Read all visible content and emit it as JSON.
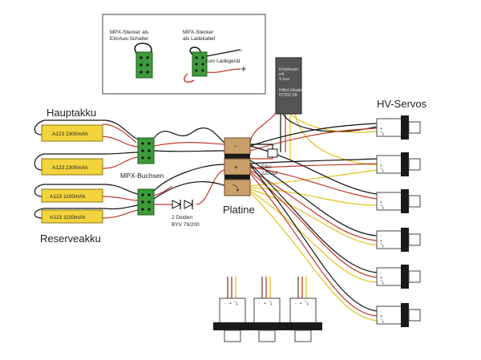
{
  "inset": {
    "switch_caption_line1": "MPX-Stecker als",
    "switch_caption_line2": "Ein/Aus-Schalter",
    "charge_caption_line1": "MPX-Stecker",
    "charge_caption_line2": "als Ladekabel",
    "charger_label": "zum Ladegerät",
    "minus_sign": "-",
    "plus_sign": "+"
  },
  "receiver": {
    "line1": "Empfänger",
    "line2": "mit",
    "line3": "S-bus",
    "line4": "Hilfe/Lötkabe",
    "line5": "R7003 SB"
  },
  "labels": {
    "main_pack": "Hauptakku",
    "reserve_pack": "Reserveakku",
    "sockets": "MPX-Buchsen",
    "diodes_line1": "2 Dioden",
    "diodes_line2": "BYV 79/200",
    "board": "Platine",
    "capacitor_line1": "Elko",
    "capacitor_line2": "2200µf",
    "servos": "HV-Servos"
  },
  "batteries": [
    {
      "label": "A123 2300mAh"
    },
    {
      "label": "A123 2300mAh"
    },
    {
      "label": "A123 1100mAh"
    },
    {
      "label": "A123 1100mAh"
    }
  ],
  "board_marks": {
    "minus": "-",
    "plus": "+",
    "signal": "⤵"
  },
  "servo_marks": {
    "minus": "-",
    "plus": "+",
    "signal": "⤵"
  },
  "colors": {
    "battery_fill": "#f3d43c",
    "connector_green": "#3e9a3a",
    "wire_red": "#c0392b",
    "wire_yellow": "#e3c21a",
    "wire_brown": "#6b4a2b",
    "board_tan": "#c9a06a",
    "receiver_grey": "#555555",
    "servo_black": "#1a1a1a"
  }
}
